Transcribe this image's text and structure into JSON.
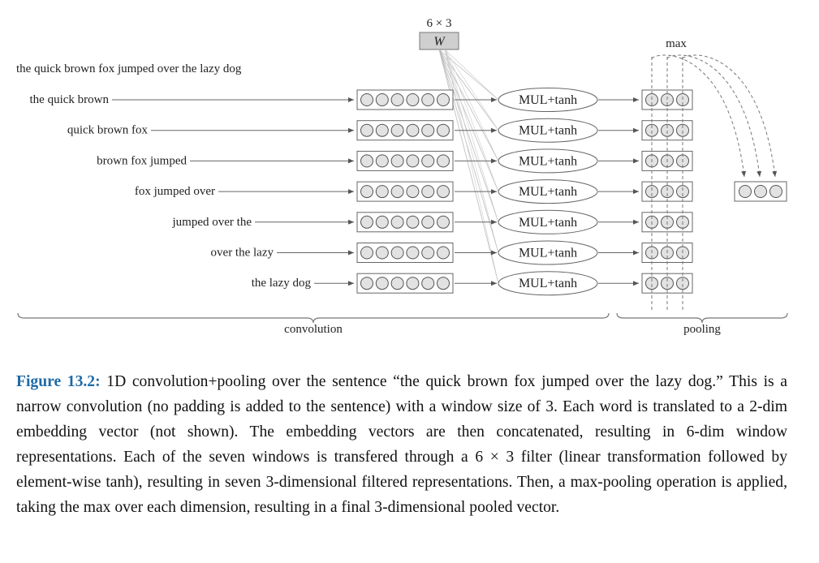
{
  "diagram": {
    "sentence": "the quick brown fox jumped over the lazy dog",
    "windows": [
      "the quick brown",
      "quick brown fox",
      "brown fox jumped",
      "fox jumped over",
      "jumped over the",
      "over the lazy",
      "the lazy dog"
    ],
    "filter_dims": "6 × 3",
    "filter_label": "W",
    "op_label": "MUL+tanh",
    "max_label": "max",
    "convolution_label": "convolution",
    "pooling_label": "pooling",
    "window_vector_size": 6,
    "filtered_vector_size": 3,
    "pooled_vector_size": 3
  },
  "caption": {
    "figure_label": "Figure 13.2:",
    "text": "1D convolution+pooling over the sentence “the quick brown fox jumped over the lazy dog.” This is a narrow convolution (no padding is added to the sentence) with a window size of 3. Each word is translated to a 2-dim embedding vector (not shown). The embedding vectors are then concatenated, resulting in 6-dim window representations. Each of the seven windows is transfered through a 6 × 3 filter (linear transformation followed by element-wise tanh), resulting in seven 3-dimensional filtered representations. Then, a max-pooling operation is applied, taking the max over each dimension, resulting in a final 3-dimensional pooled vector."
  }
}
